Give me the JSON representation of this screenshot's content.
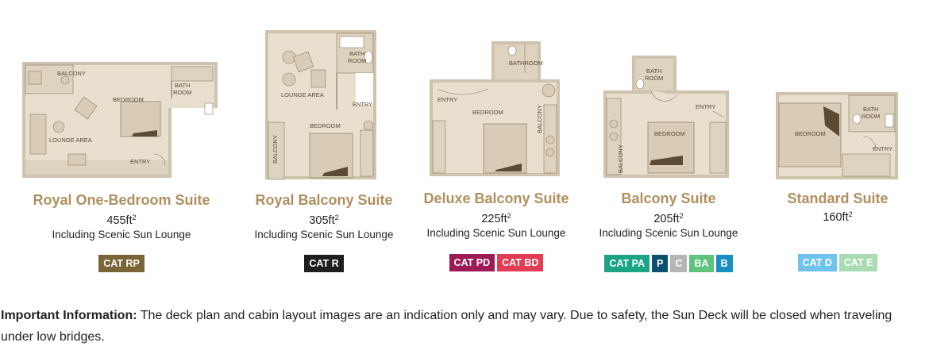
{
  "suites": [
    {
      "name": "Royal One-Bedroom Suite",
      "size": "455ft",
      "size_unit": "2",
      "note": "Including Scenic Sun Lounge",
      "categories": [
        {
          "label": "CAT RP",
          "color": "#7a6538"
        }
      ],
      "plan_labels": {
        "balcony": "BALCONY",
        "bath": "BATH",
        "room": "ROOM",
        "bedroom": "BEDROOM",
        "lounge": "LOUNGE AREA",
        "entry": "ENTRY"
      }
    },
    {
      "name": "Royal Balcony Suite",
      "size": "305ft",
      "size_unit": "2",
      "note": "Including Scenic Sun Lounge",
      "categories": [
        {
          "label": "CAT R",
          "color": "#1e1e1e"
        }
      ],
      "plan_labels": {
        "bath": "BATH",
        "room": "ROOM",
        "lounge": "LOUNGE AREA",
        "entry": "ENTRY",
        "bedroom": "BEDROOM",
        "balcony": "BALCONY"
      }
    },
    {
      "name": "Deluxe Balcony Suite",
      "size": "225ft",
      "size_unit": "2",
      "note": "Including Scenic Sun Lounge",
      "categories": [
        {
          "label": "CAT PD",
          "color": "#9c1a56"
        },
        {
          "label": "CAT BD",
          "color": "#e33c55"
        }
      ],
      "plan_labels": {
        "bathroom": "BATHROOM",
        "entry": "ENTRY",
        "bedroom": "BEDROOM",
        "balcony": "BALCONY"
      }
    },
    {
      "name": "Balcony Suite",
      "size": "205ft",
      "size_unit": "2",
      "note": "Including Scenic Sun Lounge",
      "categories": [
        {
          "label": "CAT PA",
          "color": "#1aa384"
        },
        {
          "label": "P",
          "color": "#0c4f6f"
        },
        {
          "label": "C",
          "color": "#b5b5b5"
        },
        {
          "label": "BA",
          "color": "#5fc27d"
        },
        {
          "label": "B",
          "color": "#1a8fc4"
        }
      ],
      "plan_labels": {
        "bath": "BATH",
        "room": "ROOM",
        "entry": "ENTRY",
        "bedroom": "BEDROOM",
        "balcony": "BALCONY"
      }
    },
    {
      "name": "Standard Suite",
      "size": "160ft",
      "size_unit": "2",
      "note": "",
      "categories": [
        {
          "label": "CAT D",
          "color": "#6fc3ec"
        },
        {
          "label": "CAT E",
          "color": "#a9dcb3"
        }
      ],
      "plan_labels": {
        "bath": "BATH",
        "room": "ROOM",
        "bedroom": "BEDROOM",
        "entry": "ENTRY"
      }
    }
  ],
  "info": {
    "heading": "Important Information:",
    "text": " The deck plan and cabin layout images are an indication only and may vary. Due to safety, the Sun Deck will be closed when traveling under low bridges."
  },
  "colors": {
    "wall": "#cfc3ad",
    "floor": "#e8dfcf",
    "furniture": "#d8ccb6",
    "line": "#8b7a62",
    "dark": "#5c4a32",
    "title": "#b08f5e"
  }
}
